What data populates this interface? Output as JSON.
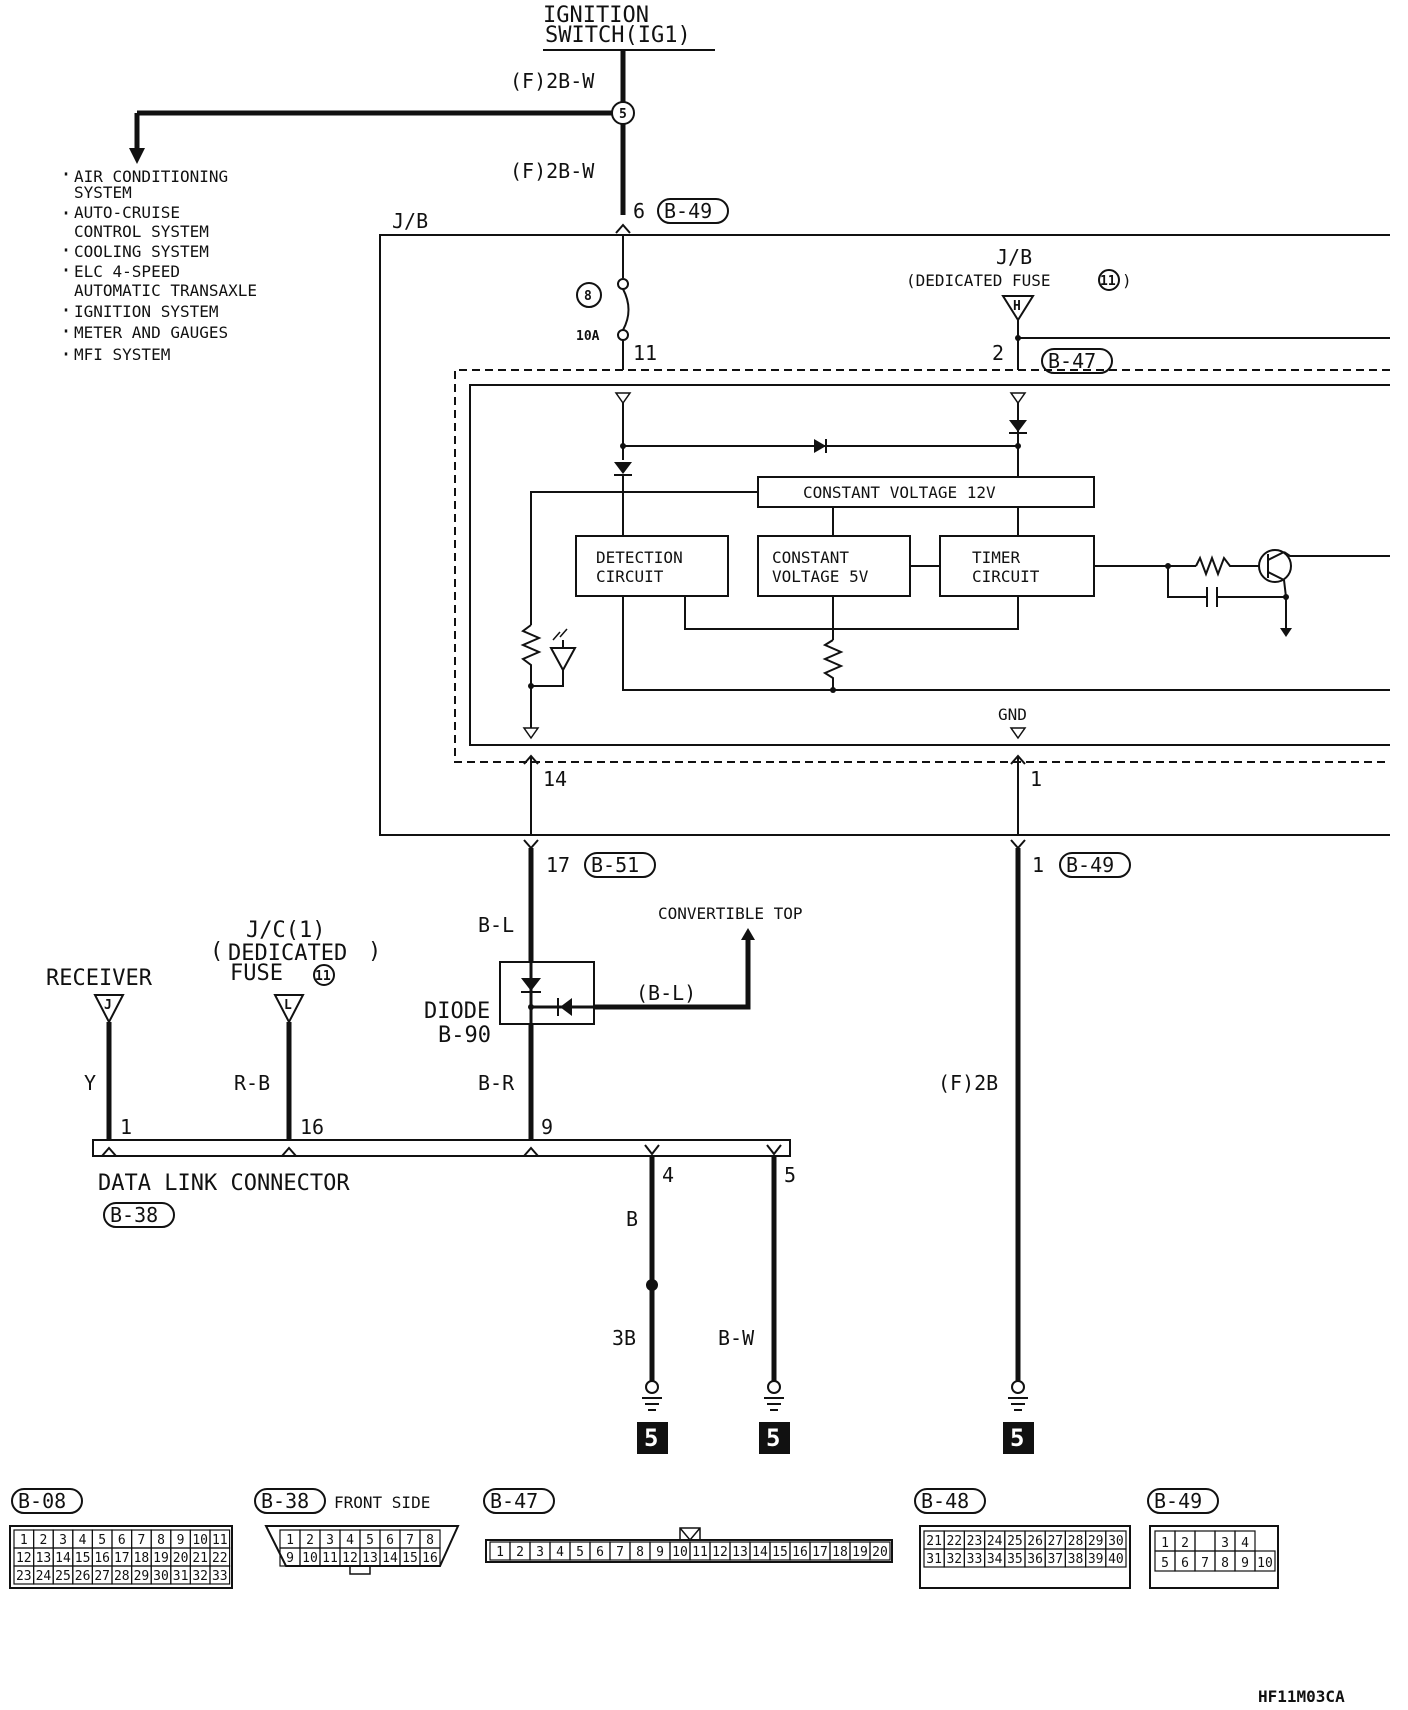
{
  "ignition": {
    "title_line1": "IGNITION",
    "title_line2": "SWITCH(IG1)",
    "wire_top": "(F)2B-W",
    "wire_mid": "(F)2B-W",
    "splice": "5"
  },
  "systems": [
    "AIR CONDITIONING",
    "SYSTEM",
    "AUTO-CRUISE",
    "CONTROL SYSTEM",
    "COOLING SYSTEM",
    "ELC 4-SPEED",
    "AUTOMATIC TRANSAXLE",
    "IGNITION SYSTEM",
    "METER AND GAUGES",
    "MFI SYSTEM"
  ],
  "jb": {
    "label": "J/B",
    "pin_in": "6",
    "conn_in": "B-49",
    "fuse_num": "8",
    "fuse_amp": "10A",
    "pin_11": "11",
    "ded_l1": "J/B",
    "ded_l2": "(DEDICATED FUSE",
    "ded_num": "11",
    "ded_close": ")",
    "ded_h": "H",
    "pin_2": "2",
    "conn_47": "B-47",
    "cv12": "CONSTANT VOLTAGE 12V",
    "det_l1": "DETECTION",
    "det_l2": "CIRCUIT",
    "cv5_l1": "CONSTANT",
    "cv5_l2": "VOLTAGE 5V",
    "tim_l1": "TIMER",
    "tim_l2": "CIRCUIT",
    "gnd": "GND",
    "pin_14": "14",
    "pin_1": "1"
  },
  "lower": {
    "pin_17": "17",
    "conn_51": "B-51",
    "pin_1b": "1",
    "conn_49b": "B-49",
    "wire_bl": "B-L",
    "conv_top": "CONVERTIBLE TOP",
    "wire_bl2": "(B-L)",
    "diode_l1": "DIODE",
    "diode_l2": "B-90",
    "wire_br": "B-R",
    "receiver": "RECEIVER",
    "recv_j": "J",
    "wire_y": "Y",
    "jc_l1": "J/C(1)",
    "jc_l2": "DEDICATED",
    "jc_l3": "FUSE",
    "jc_num": "11",
    "jc_l": "L",
    "wire_rb": "R-B",
    "wire_f2b": "(F)2B",
    "p1": "1",
    "p16": "16",
    "p9": "9",
    "p4": "4",
    "p5": "5",
    "dlc": "DATA LINK CONNECTOR",
    "dlc_conn": "B-38",
    "wire_b": "B",
    "wire_3b": "3B",
    "wire_bw": "B-W",
    "ground_num": "5"
  },
  "connectors": {
    "b08": "B-08",
    "b38": "B-38",
    "b38_side": "FRONT SIDE",
    "b47": "B-47",
    "b48": "B-48",
    "b49": "B-49",
    "b08_rows": [
      [
        "1",
        "2",
        "3",
        "4",
        "5",
        "6",
        "7",
        "8",
        "9",
        "10",
        "11"
      ],
      [
        "12",
        "13",
        "14",
        "15",
        "16",
        "17",
        "18",
        "19",
        "20",
        "21",
        "22"
      ],
      [
        "23",
        "24",
        "25",
        "26",
        "27",
        "28",
        "29",
        "30",
        "31",
        "32",
        "33"
      ]
    ],
    "b38_rows": [
      [
        "1",
        "2",
        "3",
        "4",
        "5",
        "6",
        "7",
        "8"
      ],
      [
        "9",
        "10",
        "11",
        "12",
        "13",
        "14",
        "15",
        "16"
      ]
    ],
    "b47_row": [
      "1",
      "2",
      "3",
      "4",
      "5",
      "6",
      "7",
      "8",
      "9",
      "10",
      "11",
      "12",
      "13",
      "14",
      "15",
      "16",
      "17",
      "18",
      "19",
      "20"
    ],
    "b48_rows": [
      [
        "21",
        "22",
        "23",
        "24",
        "25",
        "26",
        "27",
        "28",
        "29",
        "30"
      ],
      [
        "31",
        "32",
        "33",
        "34",
        "35",
        "36",
        "37",
        "38",
        "39",
        "40"
      ]
    ],
    "b49_rows": [
      [
        "1",
        "2",
        "",
        "3",
        "4"
      ],
      [
        "5",
        "6",
        "7",
        "8",
        "9",
        "10"
      ]
    ]
  },
  "footer_code": "HF11M03CA"
}
